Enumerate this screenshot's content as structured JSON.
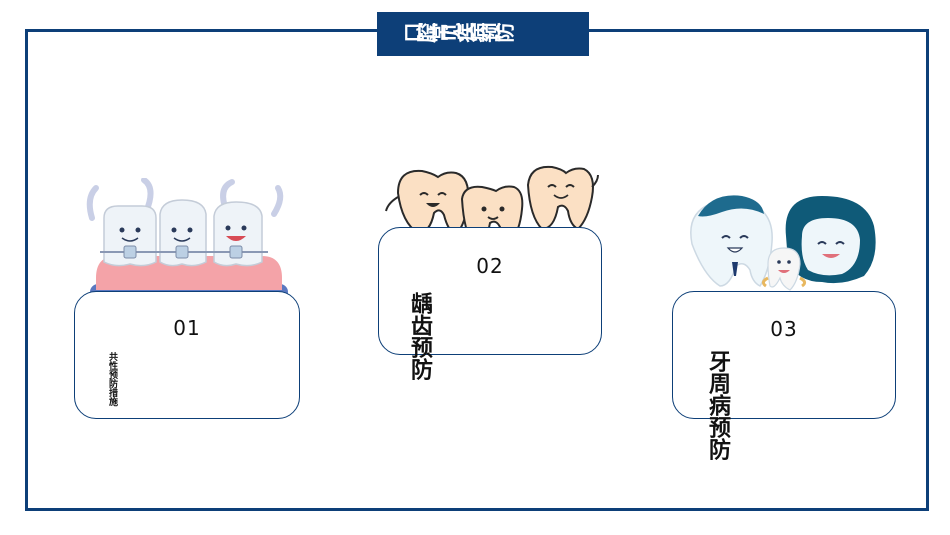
{
  "title": "口腔常见疾病预防",
  "cards": [
    {
      "number": "01",
      "label": "共性预防措施"
    },
    {
      "number": "02",
      "label": "龋齿预防"
    },
    {
      "number": "03",
      "label": "牙周病预防"
    }
  ],
  "colors": {
    "accent": "#0d3f78",
    "tooth": "#eef3f8",
    "tooth_warm": "#fbe0c4",
    "gum": "#f4a3a8"
  },
  "illustrations": [
    "braces-teeth-icon",
    "smiling-teeth-icon",
    "tooth-family-icon"
  ]
}
